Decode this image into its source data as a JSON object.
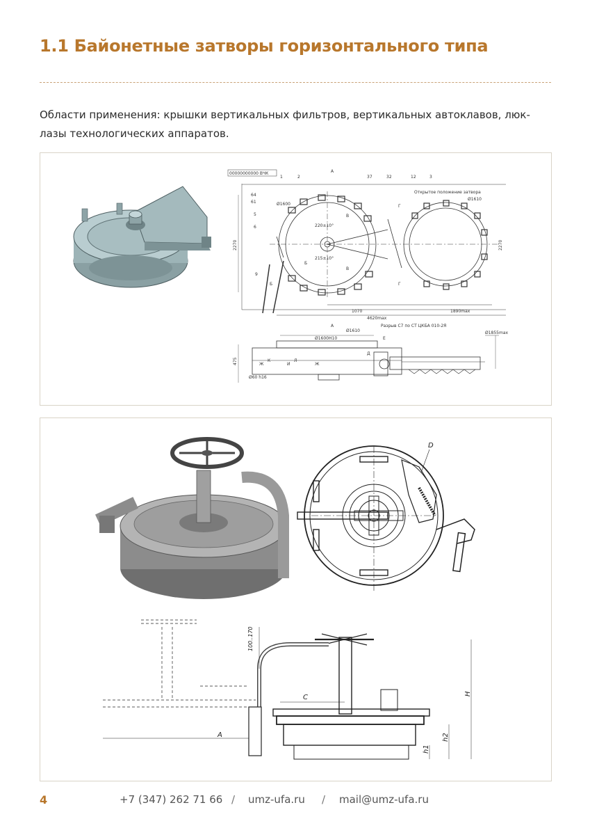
{
  "header": {
    "title": "1.1 Байонетные затворы горизонтального типа"
  },
  "intro": "Области применения: крышки вертикальных фильтров, вертикальных автоклавов, люк-лазы технологических аппаратов.",
  "figure1": {
    "stamp": "00000000000 ВЧК",
    "callouts": [
      "1",
      "2",
      "37",
      "32",
      "12",
      "3",
      "64",
      "61",
      "5",
      "6",
      "9"
    ],
    "label_open": "Открытое положение затвора",
    "dims": [
      "Ø1600",
      "Ø1610",
      "220±10°",
      "215±10°",
      "1070",
      "1890max",
      "4620max",
      "2270",
      "2270",
      "Ø1610",
      "Ø1600H10",
      "Разрыв С7 по СТ ЦКБА 010-2Я",
      "Ø1855max",
      "475",
      "Ø60 h16"
    ],
    "marks": [
      "А",
      "А",
      "Б",
      "Б",
      "В",
      "В",
      "Г",
      "Г",
      "Д",
      "Е",
      "Ж",
      "Ж",
      "И",
      "К",
      "Л"
    ]
  },
  "figure2": {
    "dims": [
      "100..170",
      "A",
      "C",
      "H",
      "h1",
      "h2",
      "D"
    ]
  },
  "footer": {
    "page": "4",
    "phone": "+7 (347) 262 71 66",
    "site": "umz-ufa.ru",
    "email": "mail@umz-ufa.ru",
    "separator": "/"
  }
}
